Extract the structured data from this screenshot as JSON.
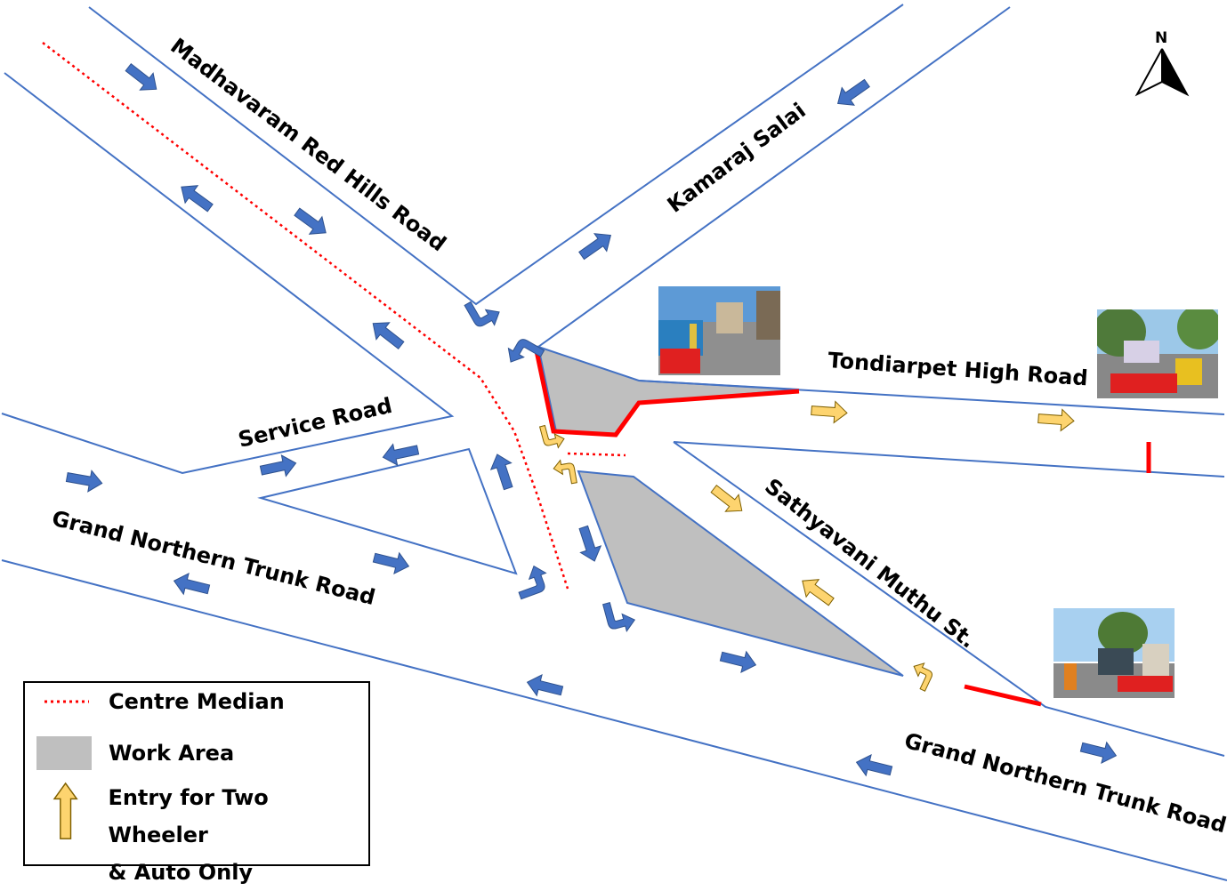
{
  "colors": {
    "road_line": "#4472c4",
    "traffic_arrow": "#4472c4",
    "two_wheeler_arrow": "#fdd46f",
    "closure": "#ff0000",
    "median": "#ff0000",
    "work_area": "#bfbfbf"
  },
  "north_label": "N",
  "roads": {
    "madhavaram": "Madhavaram Red Hills Road",
    "kamaraj": "Kamaraj Salai",
    "tondiarpet": "Tondiarpet High Road",
    "service": "Service Road",
    "gnt_west": "Grand Northern Trunk Road",
    "sathyavani": "Sathyavani Muthu St.",
    "gnt_east": "Grand Northern Trunk Road"
  },
  "legend": {
    "median": "Centre Median",
    "work_area": "Work Area",
    "two_wheeler_line1": "Entry for Two Wheeler",
    "two_wheeler_line2": "& Auto Only"
  },
  "icons": {
    "compass": "north-arrow-icon",
    "photo": "site-photo"
  }
}
